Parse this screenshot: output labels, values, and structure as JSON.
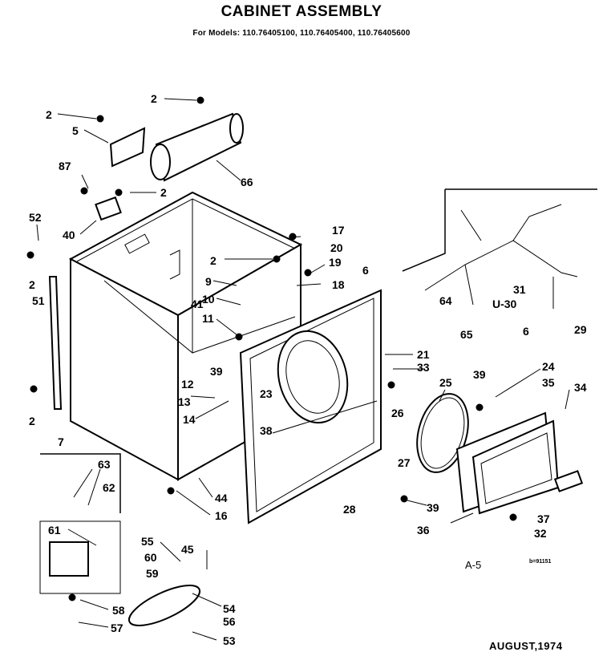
{
  "header": {
    "title": "CABINET ASSEMBLY",
    "subtitle": "For Models: 110.76405100, 110.76405400, 110.76405600"
  },
  "footer": {
    "page_code": "A-5",
    "ref_code": "b=91151",
    "date": "AUGUST,1974"
  },
  "parts": {
    "p2_top": "2",
    "p2_left": "2",
    "p5": "5",
    "p66": "66",
    "p87": "87",
    "p2_mid": "2",
    "p40": "40",
    "p52": "52",
    "p2_a": "2",
    "p51": "51",
    "p41": "41",
    "p17": "17",
    "p20": "20",
    "p2_b": "2",
    "p19": "19",
    "p6_a": "6",
    "p9": "9",
    "p18": "18",
    "p10": "10",
    "p11": "11",
    "p12": "12",
    "p39_a": "39",
    "p13": "13",
    "p14": "14",
    "p2_c": "2",
    "p7": "7",
    "p23": "23",
    "p38": "38",
    "p21": "21",
    "p33": "33",
    "p25": "25",
    "p39_b": "39",
    "p24": "24",
    "p35": "35",
    "p34": "34",
    "p26": "26",
    "p27": "27",
    "p28": "28",
    "p39_c": "39",
    "p36": "36",
    "p37": "37",
    "p32": "32",
    "p44": "44",
    "p16": "16",
    "p63": "63",
    "p62": "62",
    "p61": "61",
    "p55": "55",
    "p60": "60",
    "p45": "45",
    "p59": "59",
    "p58": "58",
    "p57": "57",
    "p54": "54",
    "p56": "56",
    "p53": "53",
    "p31": "31",
    "p30": "U-30",
    "p64": "64",
    "p65": "65",
    "p6_b": "6",
    "p29": "29"
  }
}
